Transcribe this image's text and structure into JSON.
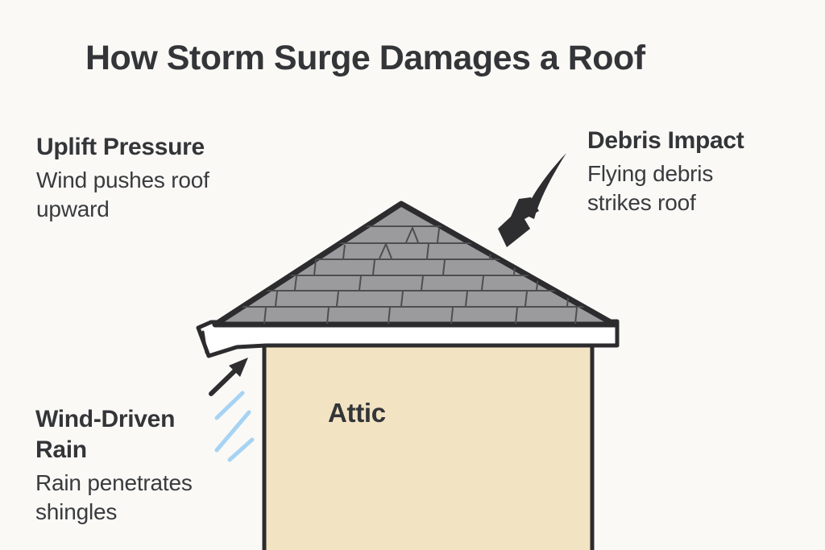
{
  "title": "How Storm Surge Damages a Roof",
  "labels": {
    "uplift": {
      "heading": "Uplift Pressure",
      "body": "Wind pushes roof\nupward"
    },
    "debris": {
      "heading": "Debris Impact",
      "body": "Flying debris\nstrikes roof"
    },
    "rain": {
      "heading": "Wind-Driven Rain",
      "body": "Rain penetrates\nshingles"
    }
  },
  "house": {
    "attic_label": "Attic"
  },
  "icons": {
    "debris_arrow": "thick curved black arrow striking roof from upper right",
    "wind_arrow": "straight black arrow pointing up-right into lifted eave",
    "rain_streaks": "three light-blue diagonal rain streaks"
  },
  "colors": {
    "bg": "#faf9f6",
    "ink": "#333538",
    "body": "#393b3e",
    "roof": "#9b9b9d",
    "roofline": "#2c2c2e",
    "shingle": "#4e4e50",
    "fascia": "#ffffff",
    "wall": "#f2e3c3",
    "rain": "#a6d3f3",
    "arrow": "#2e2e30"
  }
}
